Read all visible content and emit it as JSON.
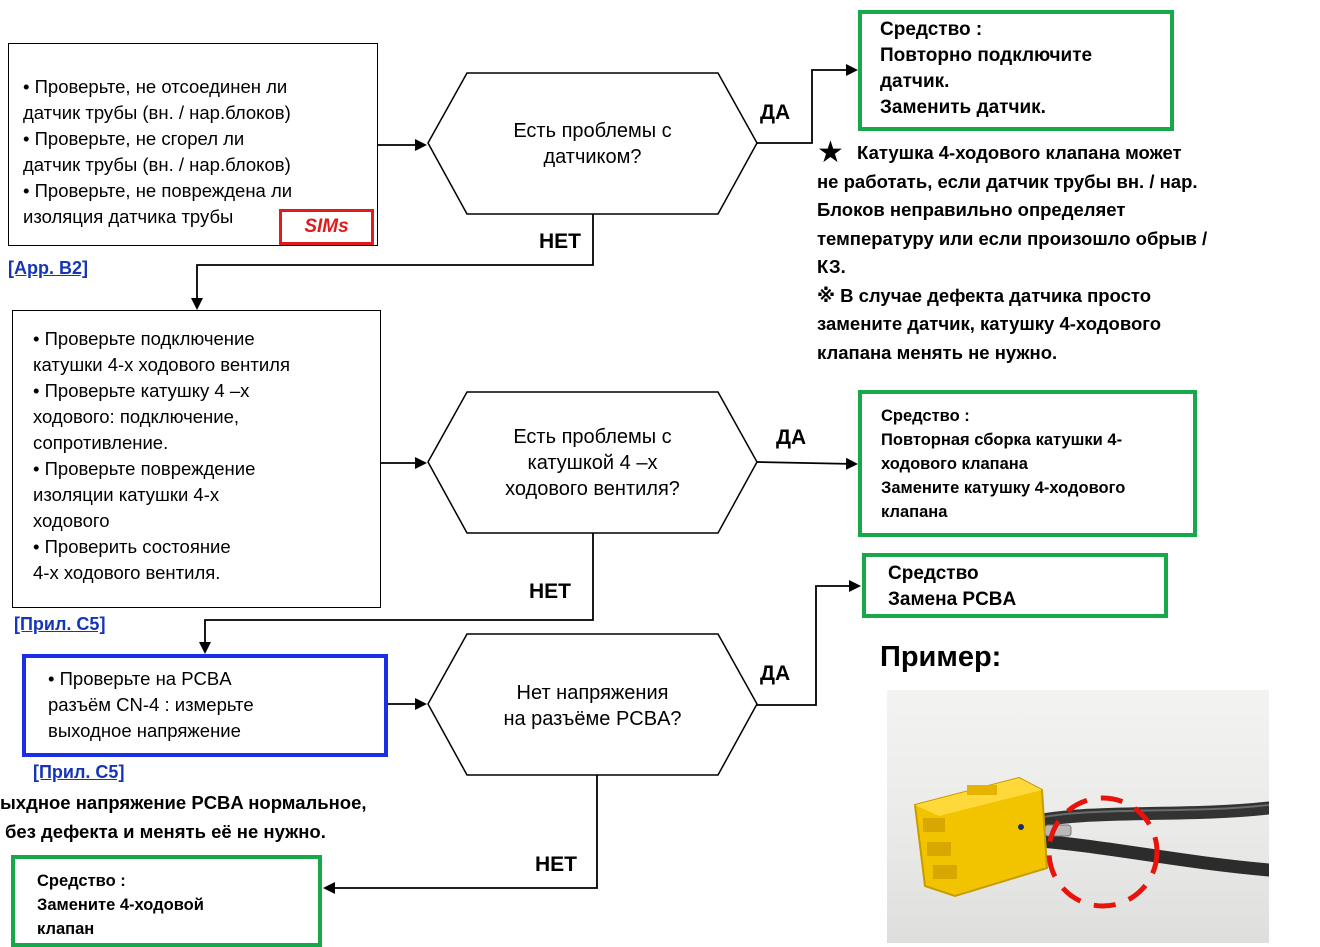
{
  "check1": {
    "lines": [
      "•  Проверьте, не отсоединен ли",
      "датчик трубы (вн. / нар.блоков)",
      "• Проверьте, не сгорел ли",
      "датчик трубы (вн. / нар.блоков)",
      "• Проверьте, не повреждена ли",
      "изоляция датчика трубы"
    ],
    "sims_label": "SIMs",
    "ref": "[App. B2]"
  },
  "decision1": {
    "lines": [
      "Есть проблемы с",
      "датчиком?"
    ]
  },
  "remedy1": {
    "lines": [
      "Средство :",
      "Повторно подключите",
      "датчик.",
      "Заменить датчик."
    ]
  },
  "note1": {
    "lines": [
      "Катушка 4-ходового клапана может",
      "не работать, если датчик трубы вн. / нар.",
      "Блоков неправильно определяет",
      "температуру или если произошло обрыв /",
      "КЗ.",
      "※ В случае дефекта датчика просто",
      "замените датчик, катушку 4-ходового",
      "клапана менять не нужно."
    ],
    "star": "★"
  },
  "check2": {
    "lines": [
      "• Проверьте подключение",
      "катушки 4-х ходового вентиля",
      "• Проверьте катушку 4 –х",
      "ходового: подключение,",
      "сопротивление.",
      "• Проверьте повреждение",
      "изоляции катушки 4-х",
      "ходового",
      "• Проверить состояние",
      "4-х ходового вентиля."
    ],
    "ref": "[Прил. C5]"
  },
  "decision2": {
    "lines": [
      "Есть проблемы с",
      "катушкой 4 –х",
      "ходового вентиля?"
    ]
  },
  "remedy2": {
    "lines": [
      "Средство :",
      "Повторная сборка катушки 4-",
      "ходового клапана",
      "Замените катушку 4-ходового",
      "клапана"
    ]
  },
  "check3": {
    "lines": [
      "• Проверьте на PCBA",
      "разъём CN-4 : измерьте",
      "выходное напряжение"
    ],
    "ref": "[Прил. C5]"
  },
  "decision3": {
    "lines": [
      "Нет напряжения",
      "на разъёме PCBA?"
    ]
  },
  "remedy3": {
    "lines": [
      "Средство",
      "Замена PCBA"
    ]
  },
  "note2": {
    "lines": [
      "ыхдное напряжение PCBA нормальное,",
      "без дефекта и менять её не нужно."
    ]
  },
  "remedy4": {
    "lines": [
      "Средство :",
      "Замените 4-ходовой",
      "клапан"
    ]
  },
  "labels": {
    "yes1": "ДА",
    "no1": "НЕТ",
    "yes2": "ДА",
    "no2": "НЕТ",
    "yes3": "ДА",
    "no3": "НЕТ"
  },
  "example": {
    "title": "Пример:"
  },
  "colors": {
    "remedy_border": "#17a84a",
    "pcba_border": "#1a2ee6",
    "sims_accent": "#e01b1b",
    "link": "#1535b8"
  }
}
